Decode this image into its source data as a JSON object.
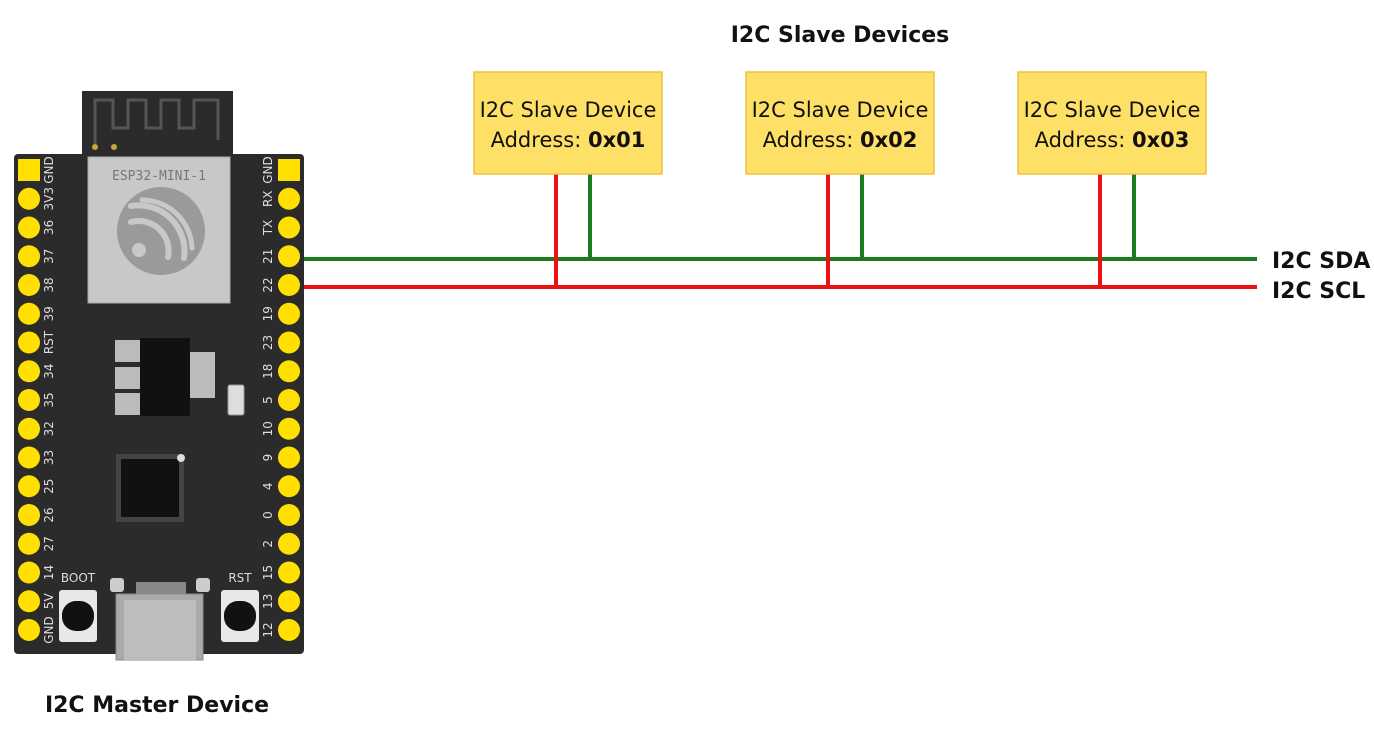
{
  "title": "I2C Slave Devices",
  "master_label": "I2C Master Device",
  "buses": {
    "sda": {
      "label": "I2C SDA",
      "color": "#1e7a1e"
    },
    "scl": {
      "label": "I2C SCL",
      "color": "#ee1111"
    }
  },
  "slaves": [
    {
      "name": "I2C Slave Device",
      "address_prefix": "Address: ",
      "address": "0x01"
    },
    {
      "name": "I2C Slave Device",
      "address_prefix": "Address: ",
      "address": "0x02"
    },
    {
      "name": "I2C Slave Device",
      "address_prefix": "Address: ",
      "address": "0x03"
    }
  ],
  "board": {
    "module_label": "ESP32-MINI-1",
    "left_pins": [
      "GND",
      "3V3",
      "36",
      "37",
      "38",
      "39",
      "RST",
      "34",
      "35",
      "32",
      "33",
      "25",
      "26",
      "27",
      "14",
      "5V",
      "GND"
    ],
    "right_pins": [
      "GND",
      "RX",
      "TX",
      "21",
      "22",
      "19",
      "23",
      "18",
      "5",
      "10",
      "9",
      "4",
      "0",
      "2",
      "15",
      "13",
      "12"
    ],
    "boot_label": "BOOT",
    "rst_label": "RST"
  },
  "colors": {
    "slave_box": "#ffe066",
    "slave_border": "#f0c040",
    "board": "#2b2b2b",
    "pin": "#ffe000"
  }
}
